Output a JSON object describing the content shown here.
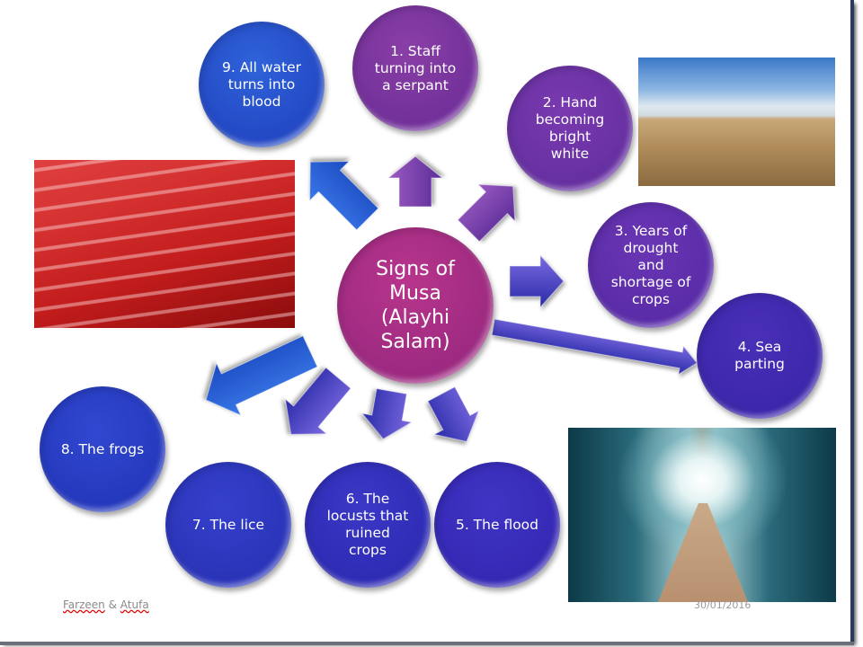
{
  "title": "Signs of\nMusa\n(Alayhi\nSalam)",
  "signs": [
    {
      "label": "1. Staff\nturning into\na serpant",
      "color": "#72309a"
    },
    {
      "label": "2. Hand\nbecoming\nbright\nwhite",
      "color": "#6630a0"
    },
    {
      "label": "3. Years of\ndrought\nand\nshortage of\ncrops",
      "color": "#5a2ca8"
    },
    {
      "label": "4. Sea\nparting",
      "color": "#3c26aa"
    },
    {
      "label": "5. The flood",
      "color": "#3428b4"
    },
    {
      "label": "6. The\nlocusts that\nruined\ncrops",
      "color": "#2e2cb4"
    },
    {
      "label": "7. The lice",
      "color": "#2a34b8"
    },
    {
      "label": "8. The frogs",
      "color": "#2438bc"
    },
    {
      "label": "9. All water\nturns into\nblood",
      "color": "#2348c4"
    }
  ],
  "footer": {
    "author1": "Farzeen",
    "amp": "&",
    "author2": "Atufa",
    "date": "30/01/2016"
  }
}
